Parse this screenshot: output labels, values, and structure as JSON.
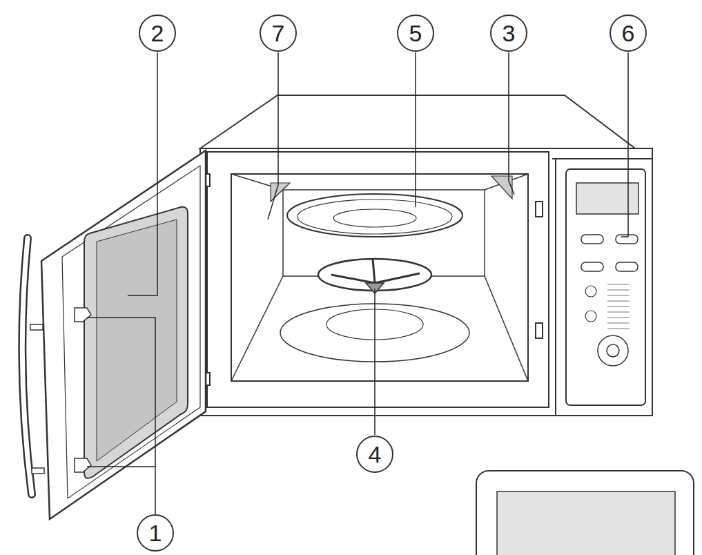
{
  "diagram": {
    "labels": [
      "2",
      "7",
      "5",
      "3",
      "6",
      "4",
      "1"
    ]
  }
}
